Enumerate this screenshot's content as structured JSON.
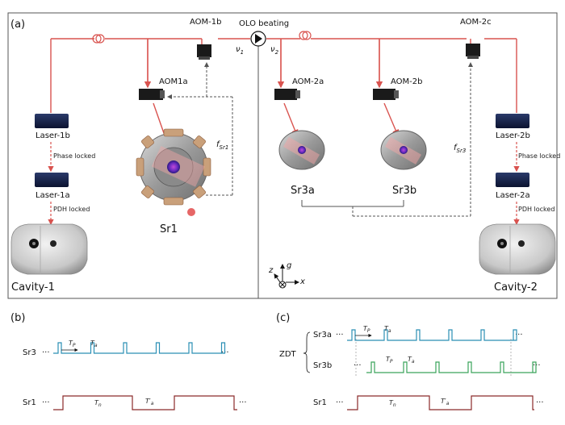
{
  "panels": {
    "a": "(a)",
    "b": "(b)",
    "c": "(c)"
  },
  "components": {
    "aom_1b": "AOM-1b",
    "olo_beating": "OLO beating",
    "aom_2c": "AOM-2c",
    "aom_1a": "AOM1a",
    "aom_2a": "AOM-2a",
    "aom_2b": "AOM-2b",
    "laser_1b": "Laser-1b",
    "laser_1a": "Laser-1a",
    "laser_2b": "Laser-2b",
    "laser_2a": "Laser-2a",
    "phase_locked_left": "Phase locked",
    "phase_locked_right": "Phase locked",
    "pdh_locked_left": "PDH locked",
    "pdh_locked_right": "PDH locked",
    "cavity_1": "Cavity-1",
    "cavity_2": "Cavity-2",
    "sr1": "Sr1",
    "sr3a": "Sr3a",
    "sr3b": "Sr3b",
    "nu1": "ν",
    "nu1_sub": "1",
    "nu2": "ν",
    "nu2_sub": "2",
    "f_sr1": "f",
    "f_sr1_sub": "Sr1",
    "f_sr3": "f",
    "f_sr3_sub": "Sr3"
  },
  "axes": {
    "z": "z",
    "g": "g",
    "x": "x"
  },
  "timing_b": {
    "sr3_label": "Sr3",
    "sr1_label": "Sr1",
    "tp": "T",
    "tp_sub": "P",
    "ta": "T",
    "ta_sub": "a",
    "tn": "T",
    "tn_sub": "n",
    "ta_prime": "T′",
    "ta_prime_sub": "a",
    "dots": "···"
  },
  "timing_c": {
    "zdt_label": "ZDT",
    "sr3a_label": "Sr3a",
    "sr3b_label": "Sr3b",
    "sr1_label": "Sr1",
    "tp": "T",
    "tp_sub": "P",
    "ta": "T",
    "ta_sub": "a",
    "tn": "T",
    "tn_sub": "n",
    "ta_prime": "T′",
    "ta_prime_sub": "a",
    "dots": "···"
  },
  "colors": {
    "beam": "#d9534f",
    "sr3_trace": "#2b8fb5",
    "sr3b_trace": "#3aa35a",
    "sr1_trace": "#8b2a2a",
    "dashed": "#555555"
  }
}
